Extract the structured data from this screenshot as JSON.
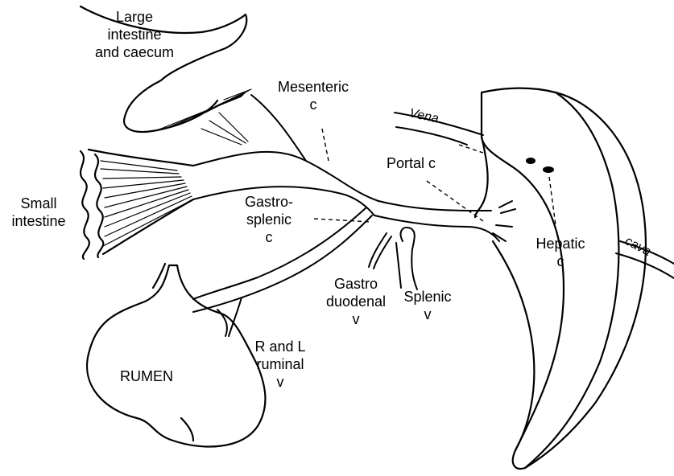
{
  "labels": {
    "large_intestine": [
      "Large",
      "intestine",
      "and caecum"
    ],
    "mesenteric": [
      "Mesenteric",
      "c"
    ],
    "vena": "Vena",
    "portal": "Portal c",
    "small_intestine": [
      "Small",
      "intestine"
    ],
    "gastrosplenic": [
      "Gastro-",
      "splenic",
      "c"
    ],
    "hepatic": [
      "Hepatic",
      "c"
    ],
    "cava": "cava",
    "gastroduodenal": [
      "Gastro",
      "duodenal",
      "v"
    ],
    "splenic": [
      "Splenic",
      "v"
    ],
    "ruminal": [
      "R and L",
      "ruminal",
      "v"
    ],
    "rumen": "RUMEN"
  }
}
